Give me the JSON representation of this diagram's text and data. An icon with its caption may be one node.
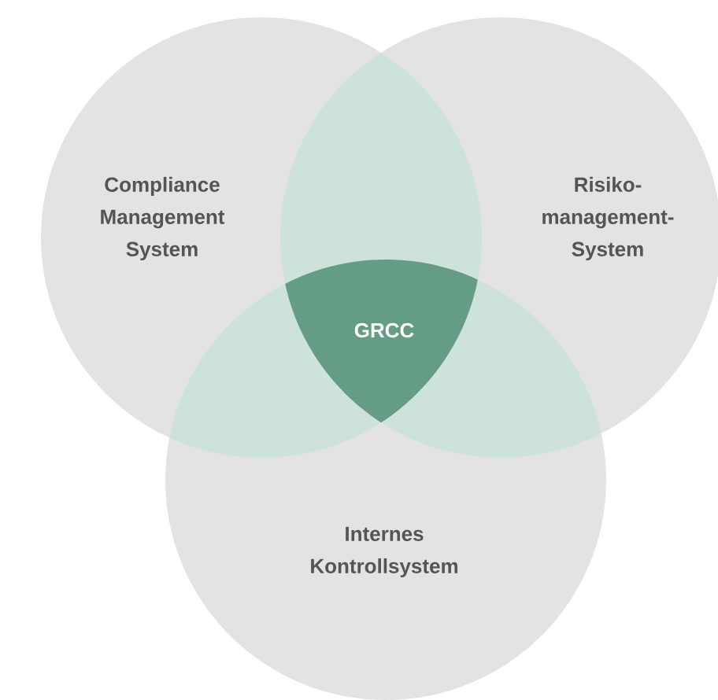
{
  "diagram": {
    "nodes": [
      {
        "text": [
          "Compliance Management System"
        ]
      },
      {
        "text": [
          "Risiko- management- System"
        ]
      },
      {
        "text": [
          "Internes Kontrollsystem"
        ]
      },
      {
        "text": [
          "GRCC"
        ]
      }
    ]
  }
}
